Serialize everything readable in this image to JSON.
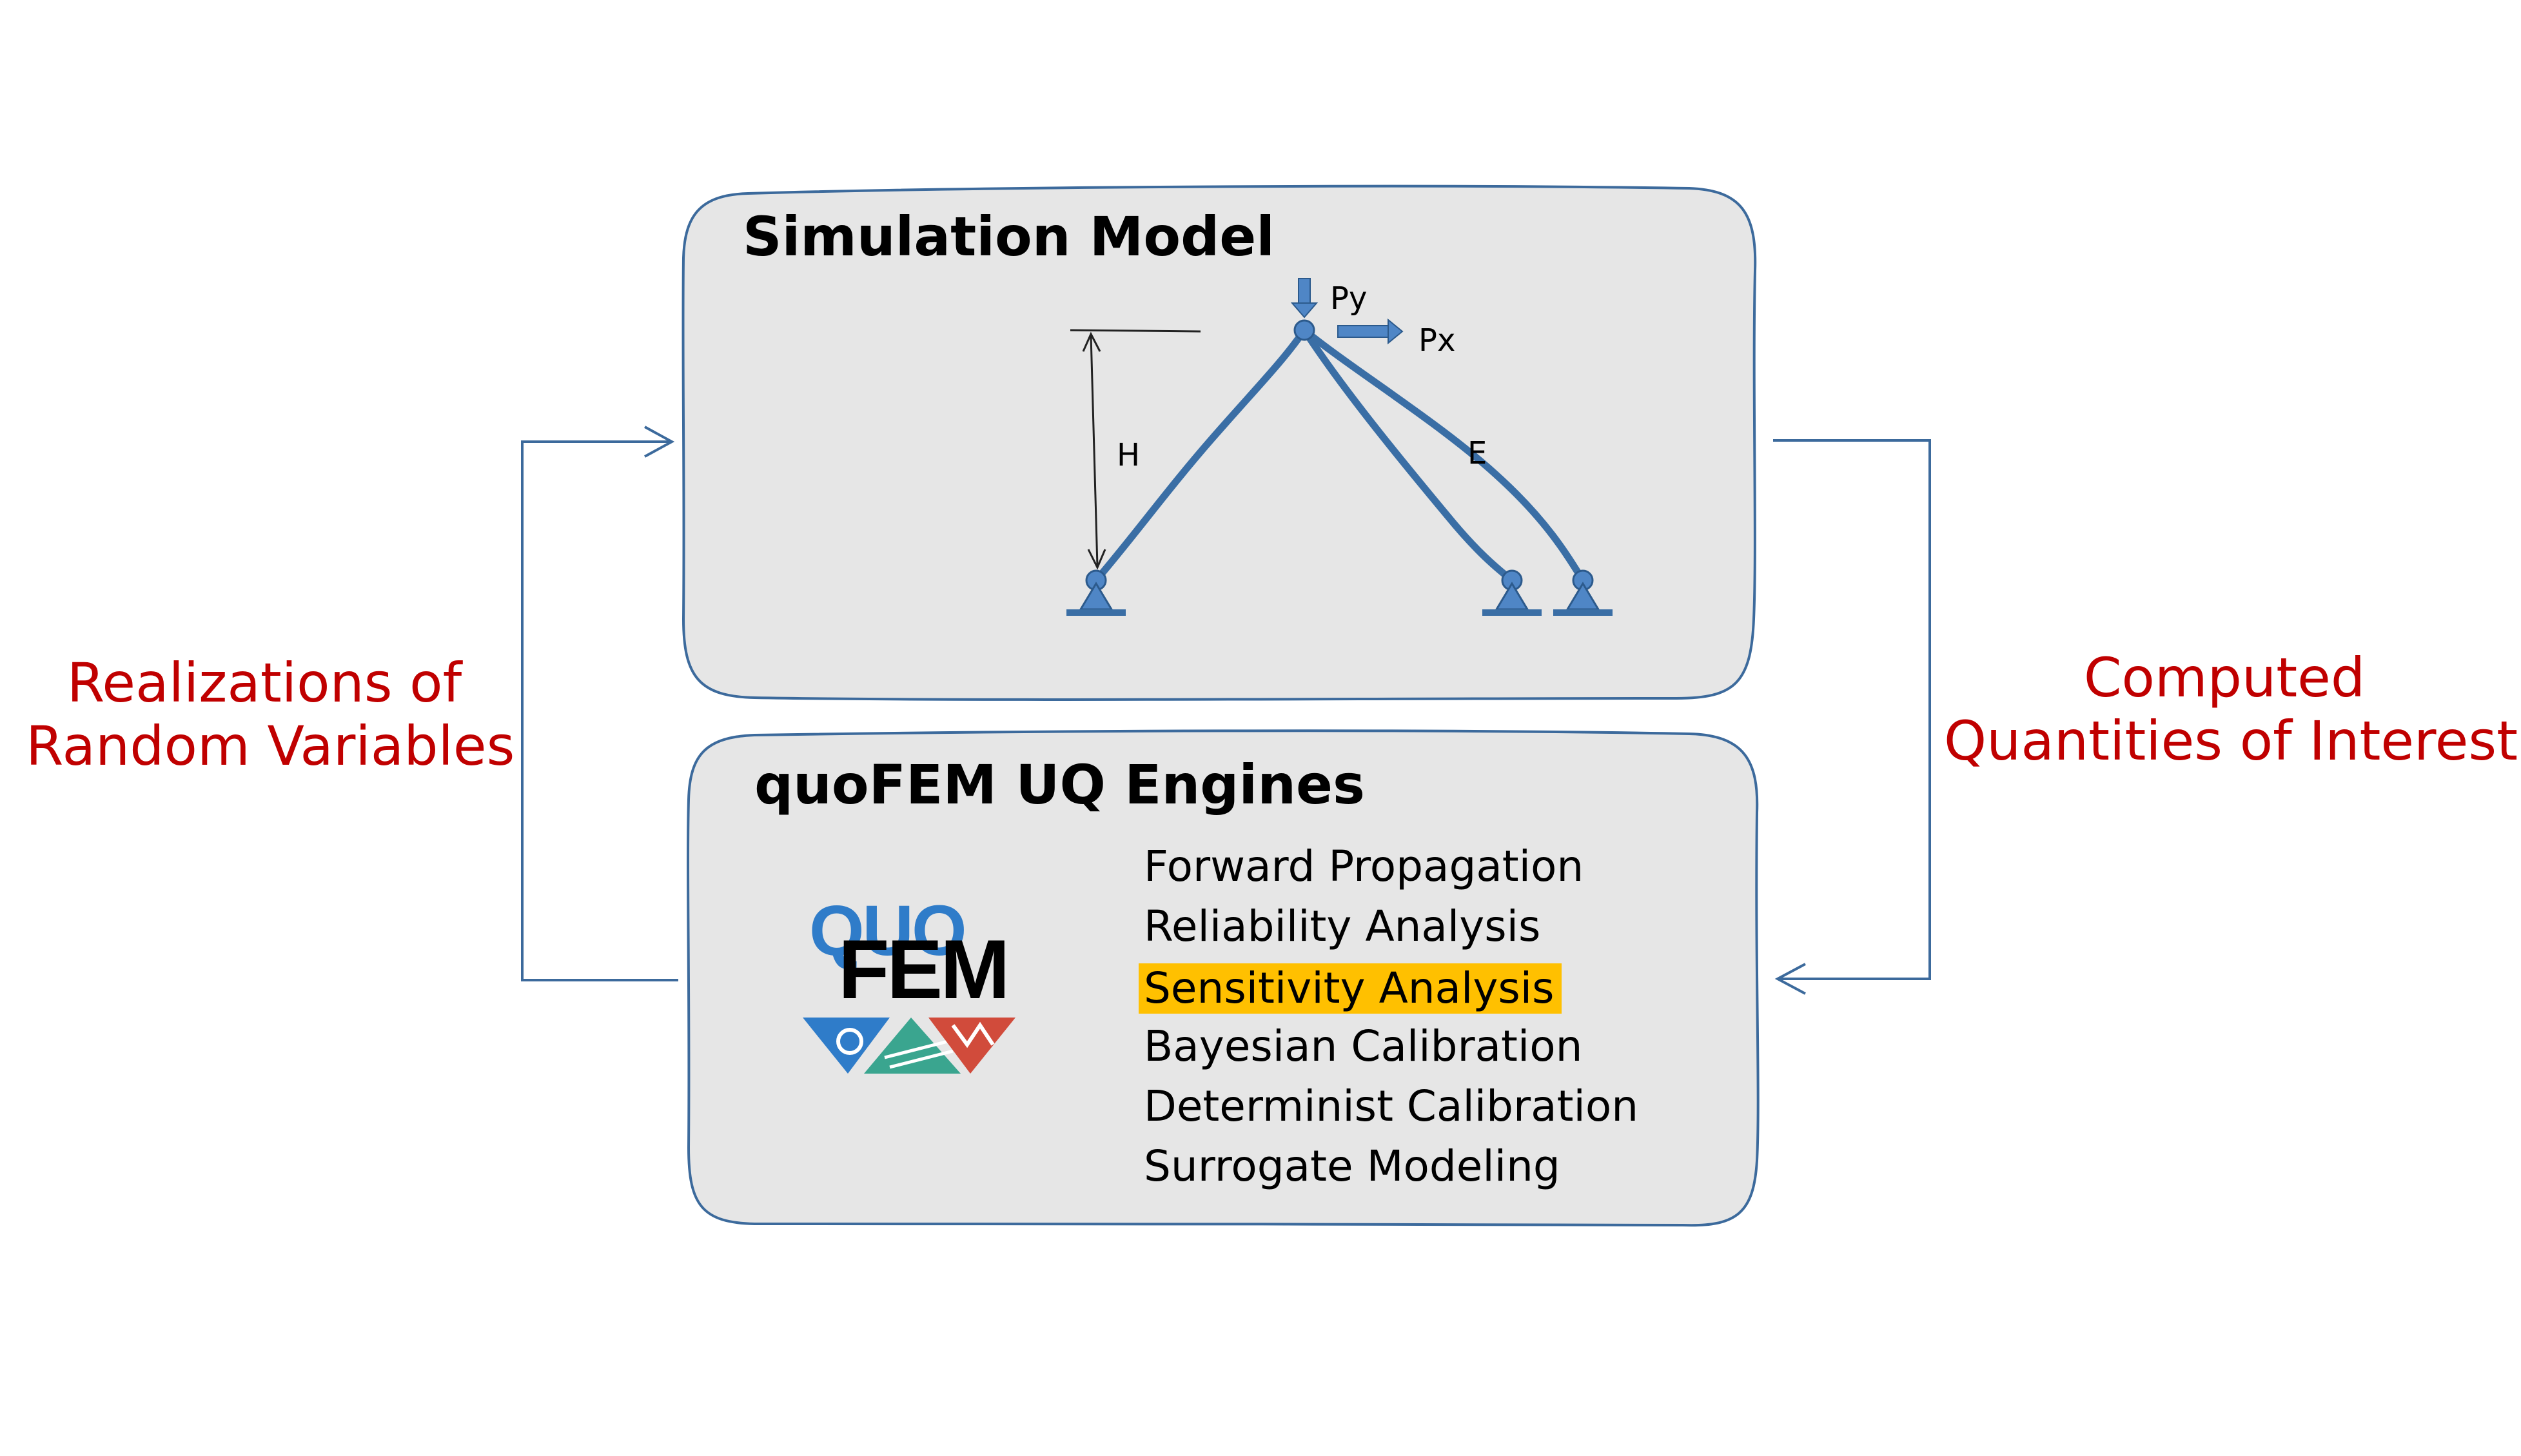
{
  "panels": {
    "simulation": {
      "title": "Simulation Model",
      "labels": {
        "py": "Py",
        "px": "Px",
        "h": "H",
        "e": "E"
      }
    },
    "engines": {
      "title": "quoFEM UQ Engines",
      "logo": {
        "quo": "QUO",
        "fem": "FEM"
      },
      "items": [
        "Forward Propagation",
        "Reliability Analysis",
        "Sensitivity Analysis",
        "Bayesian Calibration",
        "Determinist Calibration",
        "Surrogate Modeling"
      ],
      "highlighted_index": 2
    }
  },
  "left_label": {
    "line1": "Realizations of",
    "line2": "Random Variables"
  },
  "right_label": {
    "line1": "Computed",
    "line2": "Quantities of Interest"
  },
  "colors": {
    "panel_fill": "#e6e6e6",
    "panel_stroke": "#3c6a9c",
    "label_red": "#c00000",
    "highlight": "#ffc000",
    "truss_blue": "#3a6ea5"
  }
}
